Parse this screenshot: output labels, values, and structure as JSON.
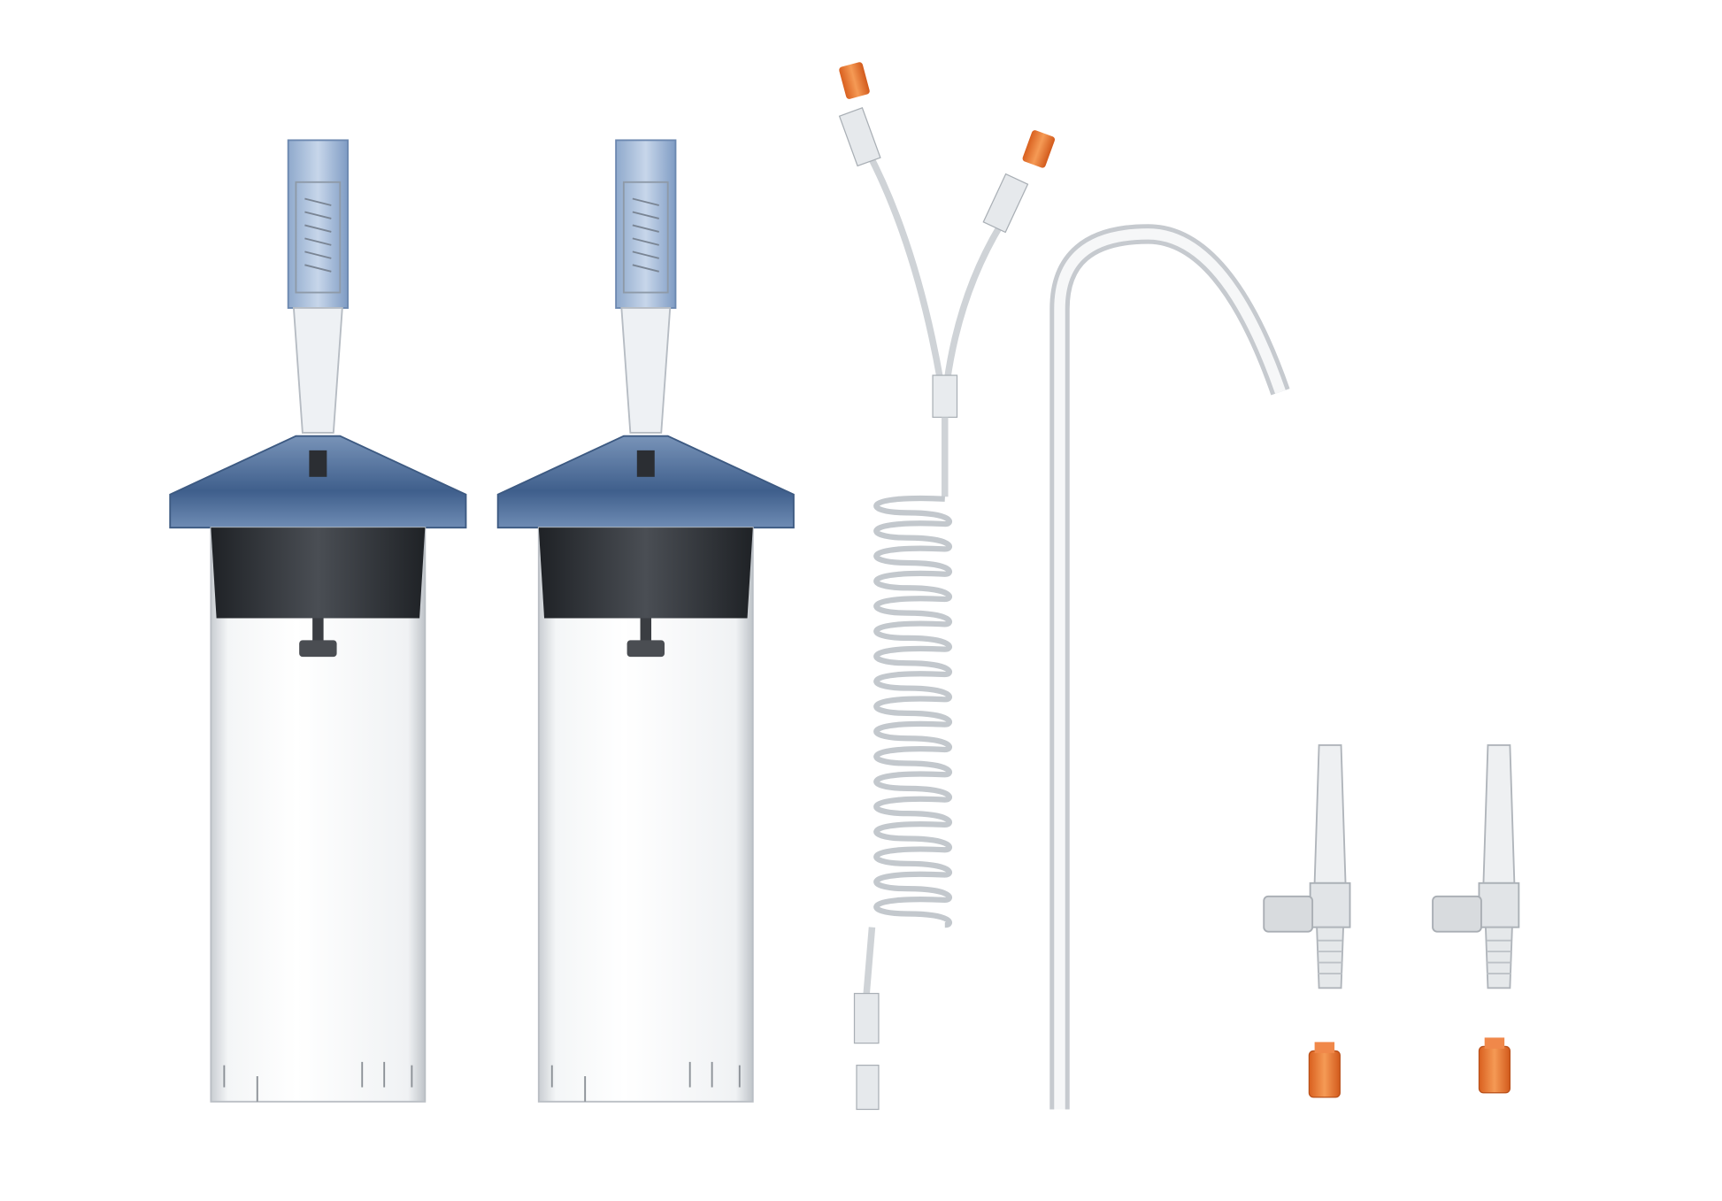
{
  "scene": {
    "background": "#ffffff",
    "items": [
      {
        "name": "syringe",
        "count": 2
      },
      {
        "name": "coiled-tubing-y-connector",
        "count": 1
      },
      {
        "name": "j-shaped-tube",
        "count": 1
      },
      {
        "name": "spike-with-side-port",
        "count": 2
      },
      {
        "name": "orange-cap",
        "count": 4
      }
    ]
  },
  "colors": {
    "syringe_cap_blue": "#7f9cc4",
    "flange_blue": "#4a6d9a",
    "plunger_dark": "#2b2e33",
    "clear_plastic": "#e8ecef",
    "cap_orange": "#e8722e",
    "tube_gray": "#c9cdd1"
  }
}
